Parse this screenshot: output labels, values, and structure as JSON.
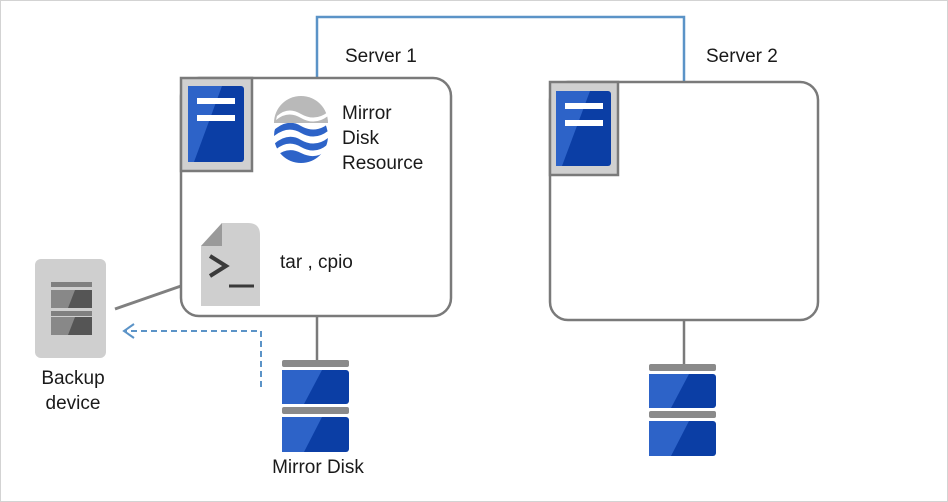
{
  "servers": [
    {
      "label": "Server 1"
    },
    {
      "label": "Server 2"
    }
  ],
  "resource": {
    "line1": "Mirror",
    "line2": "Disk",
    "line3": "Resource"
  },
  "command": {
    "label": "tar , cpio",
    "icon": "terminal-script-icon"
  },
  "backup": {
    "line1": "Backup",
    "line2": "device"
  },
  "mirror_disk": {
    "label": "Mirror Disk"
  },
  "colors": {
    "accent_line": "#5b93c7",
    "box_border": "#7a7a7a",
    "server_blue": "#0b3ea5",
    "server_light": "#2d63c8",
    "disk_gray": "#808080",
    "backup_bg": "#cfcfcf",
    "backup_icon": "#3a3a3a",
    "panel_gray": "#d0d0d0"
  }
}
